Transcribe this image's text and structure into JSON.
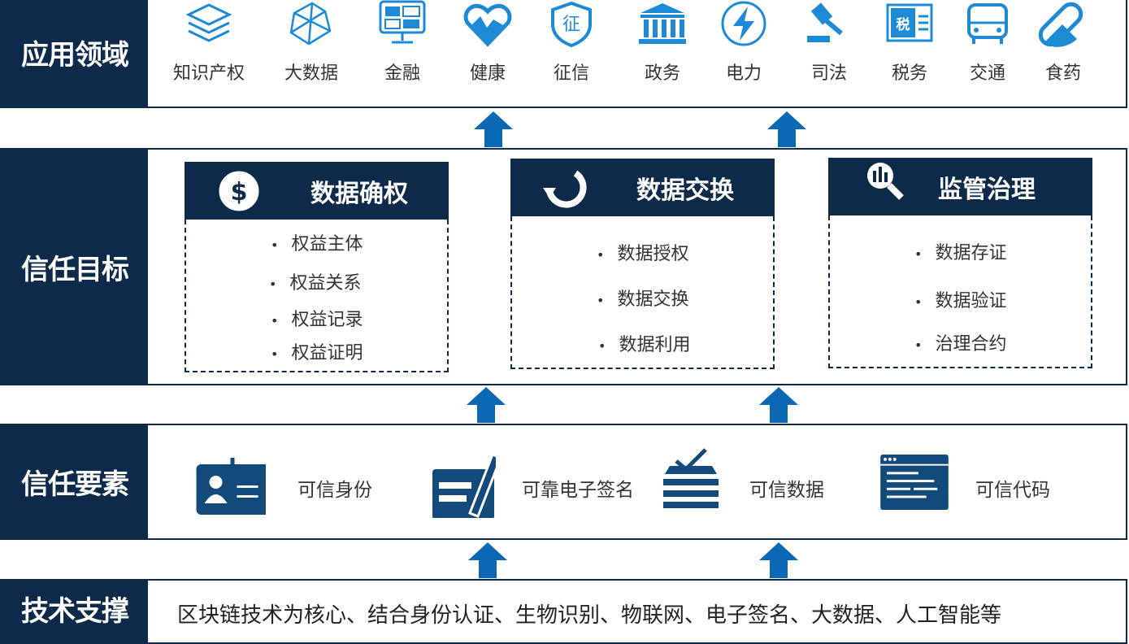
{
  "app": {
    "label": "应用领域",
    "items": [
      "知识产权",
      "大数据",
      "金融",
      "健康",
      "征信",
      "政务",
      "电力",
      "司法",
      "税务",
      "交通",
      "食药"
    ]
  },
  "goal": {
    "label": "信任目标",
    "cards": [
      {
        "title": "数据确权",
        "items": [
          "权益主体",
          "权益关系",
          "权益记录",
          "权益证明"
        ]
      },
      {
        "title": "数据交换",
        "items": [
          "数据授权",
          "数据交换",
          "数据利用"
        ]
      },
      {
        "title": "监管治理",
        "items": [
          "数据存证",
          "数据验证",
          "治理合约"
        ]
      }
    ]
  },
  "elements": {
    "label": "信任要素",
    "items": [
      "可信身份",
      "可靠电子签名",
      "可信数据",
      "可信代码"
    ]
  },
  "tech": {
    "label": "技术支撑",
    "text": "区块链技术为核心、结合身份认证、生物识别、物联网、电子签名、大数据、人工智能等"
  },
  "colors": {
    "navy": "#0d2a4a",
    "icon": "#1e8ad6",
    "arrow": "#0b68b5"
  }
}
